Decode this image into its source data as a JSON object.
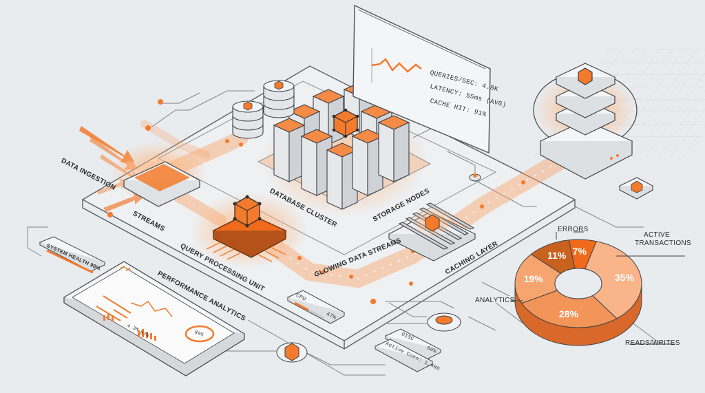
{
  "colors": {
    "accent": "#f47a2c",
    "accent_light": "#f9b48a",
    "dark_orange": "#c85a1e",
    "line": "#9aa0a6",
    "bg": "#e9ecef",
    "panel": "#f5f6f7",
    "dark": "#3a3d40"
  },
  "labels": {
    "data_ingestion": "DATA INGESTION",
    "streams": "STREAMS",
    "query_processing_unit": "QUERY PROCESSING UNIT",
    "database_cluster": "DATABASE CLUSTER",
    "storage_nodes": "STORAGE NODES",
    "glowing_data_streams": "GLOWING DATA STREAMS",
    "caching_layer": "CACHING LAYER",
    "performance_analytics": "PERFORMANCE ANALYTICS",
    "system_health": "SYSTEM HEALTH 98%"
  },
  "metrics_screen": {
    "queries": "QUERIES/SEC: 4.8K",
    "latency": "LATENCY: 55ms (AVG)",
    "cache_hit": "CACHE HIT: 91%"
  },
  "cpu_gauge": {
    "label": "CPU",
    "value_text": "47%",
    "level": 0.47
  },
  "disk_gauge": {
    "label": "DISC",
    "value_text": "60%"
  },
  "active_conn": {
    "text": "Active Conn: 1,480"
  },
  "mini_dashboard": {
    "gauge_text": "89%",
    "val_a": "4.3%",
    "val_b": "87%"
  },
  "chart_data": {
    "type": "pie",
    "categories": [
      "ACTIVE TRANSACTIONS",
      "READS/WRITES",
      "ANALYTICS",
      "ERRORS"
    ],
    "values": [
      35,
      28,
      19,
      7,
      11
    ],
    "slice_labels": [
      "35%",
      "28%",
      "19%",
      "7%",
      "11%"
    ],
    "series_colors": [
      "#f9b48a",
      "#f39559",
      "#f6a470",
      "#ef6a1a",
      "#c9621f"
    ]
  },
  "pie_labels": {
    "active_transactions_1": "ACTIVE",
    "active_transactions_2": "TRANSACTIONS",
    "errors": "ERRORS",
    "analytics": "ANALYTICS",
    "reads_writes": "READS/WRITES"
  }
}
